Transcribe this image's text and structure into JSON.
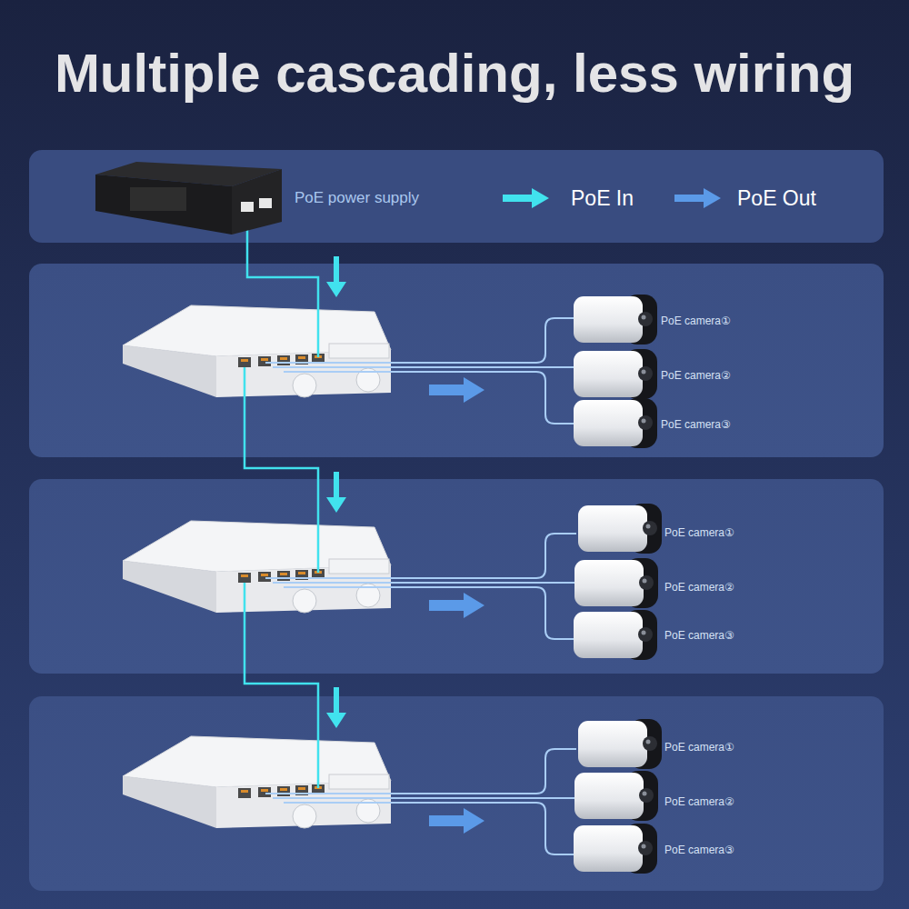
{
  "diagram": {
    "title": "Multiple cascading, less wiring",
    "nodes": [
      {
        "text": [
          "PoE power supply"
        ]
      },
      {
        "text": [
          "PoE camera①"
        ]
      },
      {
        "text": [
          "PoE camera②"
        ]
      },
      {
        "text": [
          "PoE camera③"
        ]
      },
      {
        "text": [
          "PoE camera①"
        ]
      },
      {
        "text": [
          "PoE camera②"
        ]
      },
      {
        "text": [
          "PoE camera③"
        ]
      },
      {
        "text": [
          "PoE camera①"
        ]
      },
      {
        "text": [
          "PoE camera②"
        ]
      },
      {
        "text": [
          "PoE camera③"
        ]
      }
    ],
    "legend": [
      {
        "text": "PoE In"
      },
      {
        "text": "PoE Out"
      }
    ]
  }
}
